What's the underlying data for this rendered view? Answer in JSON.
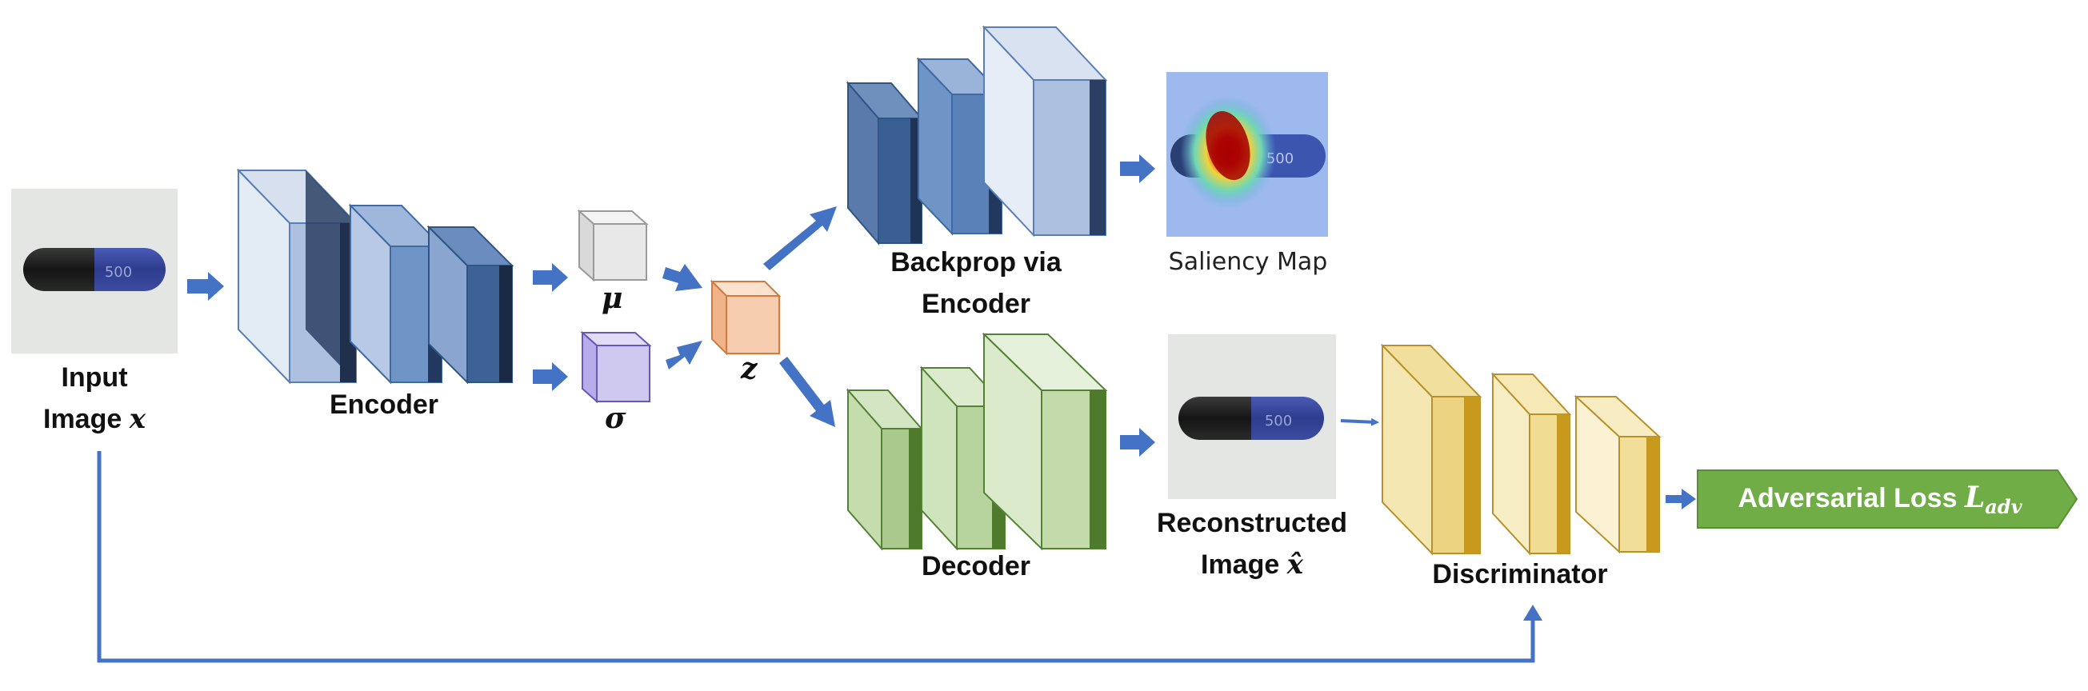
{
  "labels": {
    "input_line1": "Input",
    "input_line2": "Image",
    "input_var": "x",
    "encoder": "Encoder",
    "mu": "μ",
    "sigma": "σ",
    "z": "z",
    "backprop_line1": "Backprop via",
    "backprop_line2": "Encoder",
    "saliency": "Saliency Map",
    "decoder": "Decoder",
    "recon_line1": "Reconstructed",
    "recon_line2": "Image",
    "recon_var": "x̂",
    "discriminator": "Discriminator",
    "loss_text": "Adversarial Loss",
    "loss_var": "L",
    "loss_sub": "adv"
  },
  "capsule_text": "500",
  "colors": {
    "arrow": "#4472c4",
    "encoder_block": "#adc0df",
    "encoder_mid": "#6f94c6",
    "encoder_dark": "#2f5585",
    "decoder_block": "#a9c98d",
    "discriminator_block": "#ecd382",
    "mu_cube": "#e8e8e8",
    "sigma_cube": "#cfc8ef",
    "z_cube": "#f7cdb0",
    "loss_banner": "#70ad47"
  }
}
